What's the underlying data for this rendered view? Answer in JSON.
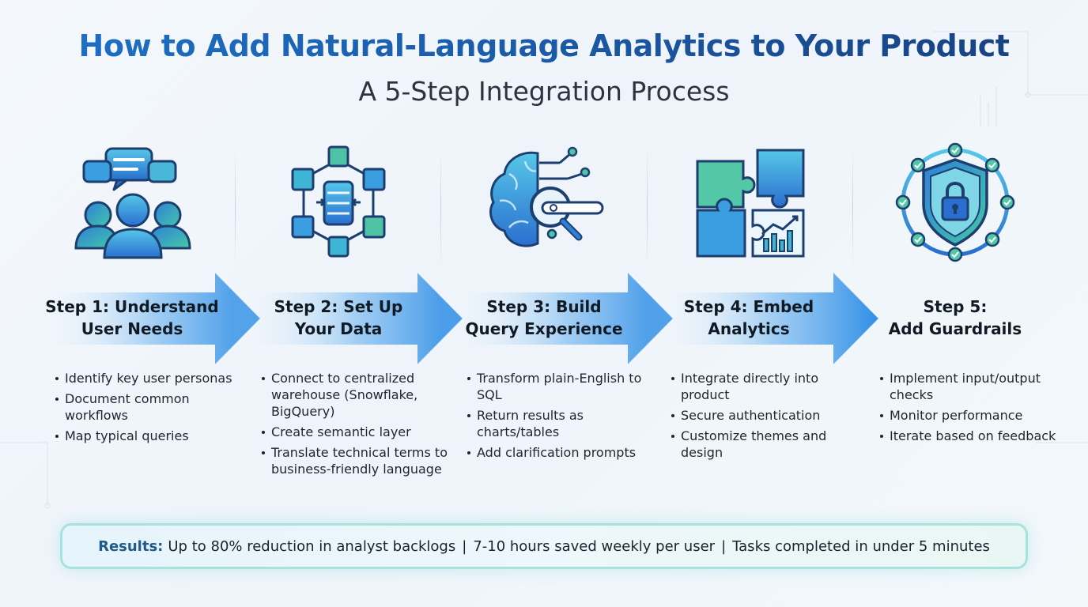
{
  "header": {
    "title": "How to Add Natural-Language Analytics to Your Product",
    "subtitle": "A 5-Step Integration Process"
  },
  "colors": {
    "title_start": "#1d72c9",
    "title_end": "#173f7c",
    "arrow": "#2f8ee6",
    "icon_blue": "#2f7fd8",
    "icon_teal": "#3fc1a8",
    "results_border": "#a6e3dc"
  },
  "steps": [
    {
      "label_line1": "Step 1: Understand",
      "label_line2": "User Needs",
      "icon": "user-group-chat-icon",
      "bullets": [
        "Identify key user personas",
        "Document common workflows",
        "Map typical queries"
      ]
    },
    {
      "label_line1": "Step 2: Set Up",
      "label_line2": "Your Data",
      "icon": "data-network-icon",
      "bullets": [
        "Connect to centralized warehouse (Snowflake, BigQuery)",
        "Create semantic layer",
        "Translate technical terms to business-friendly language"
      ]
    },
    {
      "label_line1": "Step 3: Build",
      "label_line2": "Query Experience",
      "icon": "brain-search-icon",
      "bullets": [
        "Transform plain-English to SQL",
        "Return results as charts/tables",
        "Add clarification prompts"
      ]
    },
    {
      "label_line1": "Step 4: Embed",
      "label_line2": "Analytics",
      "icon": "puzzle-chart-icon",
      "bullets": [
        "Integrate directly into product",
        "Secure authentication",
        "Customize themes and design"
      ]
    },
    {
      "label_line1": "Step 5:",
      "label_line2": "Add Guardrails",
      "icon": "shield-lock-icon",
      "bullets": [
        "Implement input/output checks",
        "Monitor performance",
        "Iterate based on feedback"
      ]
    }
  ],
  "results": {
    "label": "Results:",
    "items": [
      "Up to 80% reduction in analyst backlogs",
      "7-10 hours saved weekly per user",
      "Tasks completed in under 5 minutes"
    ],
    "separator": "|"
  }
}
